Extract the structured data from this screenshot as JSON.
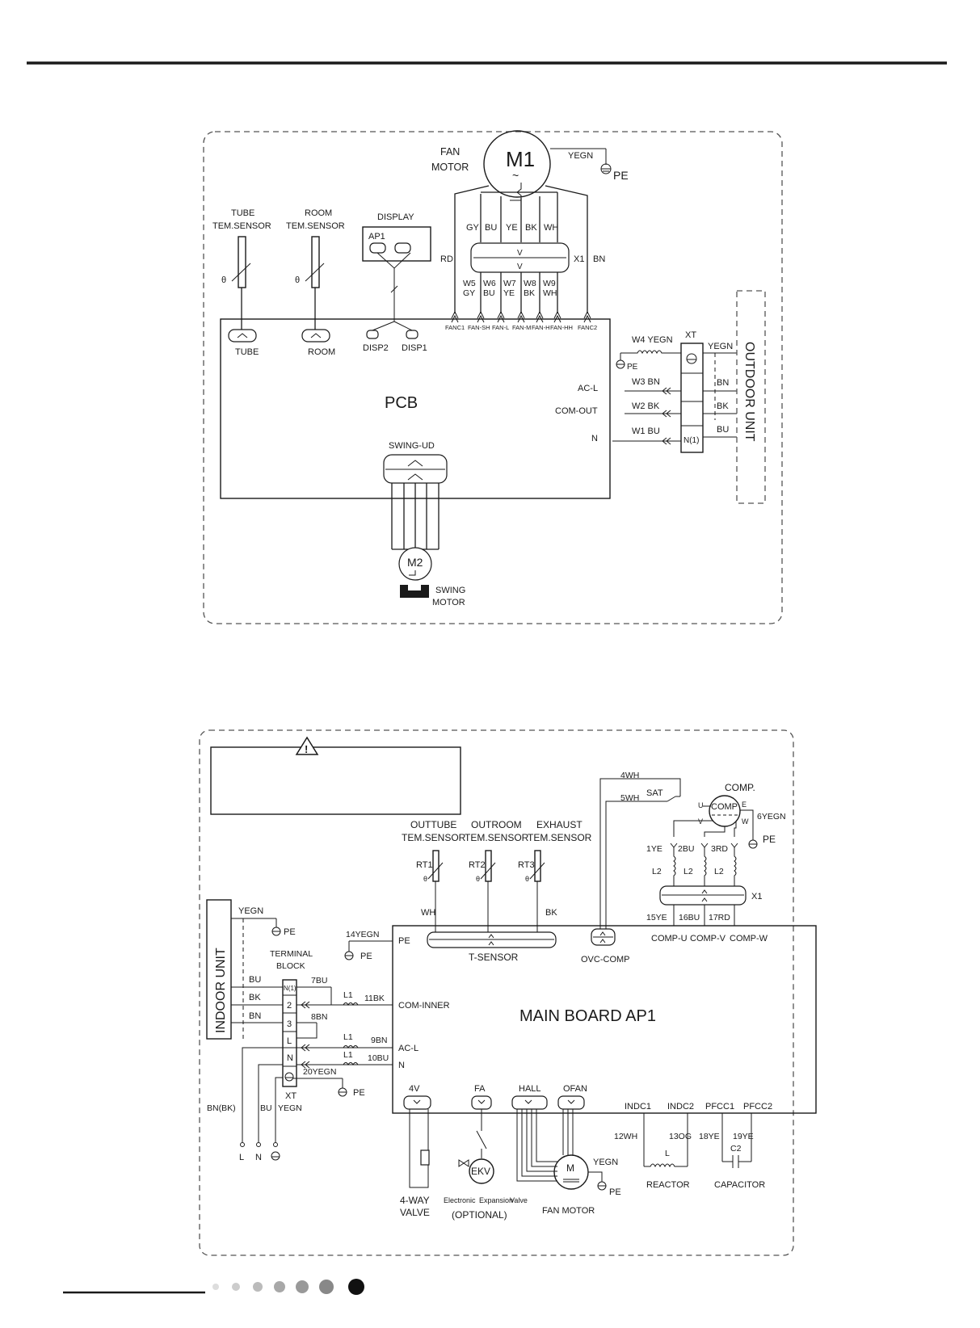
{
  "indoor": {
    "fan_motor": [
      "FAN",
      "MOTOR"
    ],
    "m1": "M1",
    "m1_tilde": "~",
    "yegn": "YEGN",
    "pe": "PE",
    "tube_sensor": [
      "TUBE",
      "TEM.SENSOR"
    ],
    "room_sensor": [
      "ROOM",
      "TEM.SENSOR"
    ],
    "display": "DISPLAY",
    "ap1": "AP1",
    "theta": "θ",
    "motor_wires": [
      "GY",
      "BU",
      "YE",
      "BK",
      "WH"
    ],
    "v": "V",
    "x1": "X1",
    "rd": "RD",
    "bn": "BN",
    "fan_leads": [
      [
        "W5",
        "GY"
      ],
      [
        "W6",
        "BU"
      ],
      [
        "W7",
        "YE"
      ],
      [
        "W8",
        "BK"
      ],
      [
        "W9",
        "WH"
      ]
    ],
    "fan_ports": [
      "FANC1",
      "FAN-SH",
      "FAN-L",
      "FAN-M",
      "FAN-H",
      "FAN-HH",
      "FANC2"
    ],
    "tube": "TUBE",
    "room": "ROOM",
    "disp2": "DISP2",
    "disp1": "DISP1",
    "pcb": "PCB",
    "ac_l": "AC-L",
    "com_out": "COM-OUT",
    "n": "N",
    "w4": "W4 YEGN",
    "w3": "W3  BN",
    "w2": "W2  BK",
    "w1": "W1  BU",
    "xt": "XT",
    "yegn_out": "YEGN",
    "bn_out": "BN",
    "bk_out": "BK",
    "bu_out": "BU",
    "n1": "N(1)",
    "outdoor_unit": "OUTDOOR UNIT",
    "swing_ud": "SWING-UD",
    "m2": "M2",
    "swing_motor": [
      "SWING",
      "MOTOR"
    ]
  },
  "outdoor": {
    "warning": "!",
    "wh4": "4WH",
    "wh5": "5WH",
    "sat": "SAT",
    "comp_label": "COMP.",
    "comp": "COMP",
    "u": "U",
    "v": "V",
    "w": "W",
    "e": "E",
    "yegn6": "6YEGN",
    "pe": "PE",
    "ye1": "1YE",
    "bu2": "2BU",
    "rd3": "3RD",
    "l2": "L2",
    "x1": "X1",
    "ye15": "15YE",
    "bu16": "16BU",
    "rd17": "17RD",
    "outtube": [
      "OUTTUBE",
      "TEM.SENSOR"
    ],
    "outroom": [
      "OUTROOM",
      "TEM.SENSOR"
    ],
    "exhaust": [
      "EXHAUST",
      "TEM.SENSOR"
    ],
    "rt1": "RT1",
    "rt2": "RT2",
    "rt3": "RT3",
    "theta": "θ",
    "wh": "WH",
    "bk": "BK",
    "t_sensor": "T-SENSOR",
    "ovc": "OVC-COMP",
    "comp_u": "COMP-U",
    "comp_v": "COMP-V",
    "comp_w": "COMP-W",
    "yegn": "YEGN",
    "yegn14": "14YEGN",
    "pe_label": "PE",
    "terminal_block": [
      "TERMINAL",
      "BLOCK"
    ],
    "indoor_unit": "INDOOR UNIT",
    "bu": "BU",
    "bn": "BN",
    "tb": [
      "N(1)",
      "2",
      "3",
      "L",
      "N"
    ],
    "bu7": "7BU",
    "bn8": "8BN",
    "l1": "L1",
    "bk11": "11BK",
    "bn9": "9BN",
    "bu10": "10BU",
    "com_inner": "COM-INNER",
    "ac_l": "AC-L",
    "n": "N",
    "main_board": "MAIN BOARD AP1",
    "yegn20": "20YEGN",
    "xt": "XT",
    "bnbk": "BN(BK)",
    "yegn_b": "YEGN",
    "bot_l": "L",
    "bot_n": "N",
    "ports_bottom": [
      "4V",
      "FA",
      "HALL",
      "OFAN"
    ],
    "indc1": "INDC1",
    "indc2": "INDC2",
    "pfcc1": "PFCC1",
    "pfcc2": "PFCC2",
    "wh12": "12WH",
    "og13": "13OG",
    "ye18": "18YE",
    "ye19": "19YE",
    "c2": "C2",
    "l": "L",
    "reactor": "REACTOR",
    "capacitor": "CAPACITOR",
    "ekv": "EKV",
    "m": "M",
    "four_way": [
      "4-WAY",
      "VALVE"
    ],
    "electronic": "Electronic",
    "expansion": "Expansion",
    "valve": "Valve",
    "optional": "(OPTIONAL)",
    "fan_motor": "FAN MOTOR"
  }
}
